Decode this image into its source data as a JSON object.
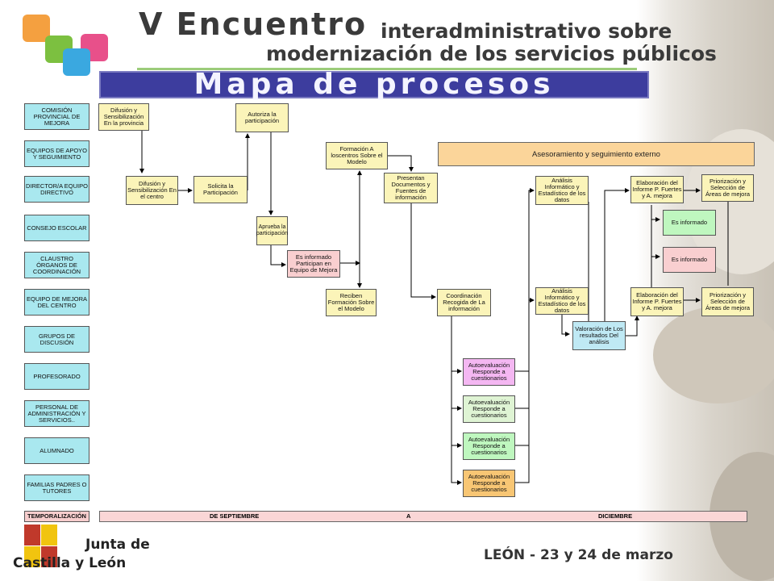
{
  "header": {
    "title_main": "V Encuentro",
    "title_sub_1": "interadministrativo sobre",
    "title_sub_2": "modernización de los servicios públicos",
    "banner": "Mapa de procesos"
  },
  "rows": [
    "COMISIÓN PROVINCIAL DE MEJORA",
    "EQUIPOS DE APOYO Y SEGUIMIENTO",
    "DIRECTOR/A EQUIPO DIRECTIVO",
    "CONSEJO ESCOLAR",
    "CLAUSTRO ÓRGANOS DE COORDINACIÓN",
    "EQUIPO DE MEJORA DEL CENTRO",
    "GRUPOS DE DISCUSIÓN",
    "PROFESORADO",
    "PERSONAL DE ADMINISTRACIÓN Y SERVICIOS..",
    "ALUMNADO",
    "FAMILIAS PADRES O TUTORES"
  ],
  "nodes": {
    "difusion_provincia": "Difusión y Sensibilización En la provincia",
    "difusion_centro": "Difusión y Sensibilización En el centro",
    "solicita": "Solicita la Participación",
    "autoriza": "Autoriza la participación",
    "aprueba": "Aprueba la participación",
    "es_informado_participan": "Es informado Participan en Equipo de Mejora",
    "formacion": "Formación A loscentros Sobre el Modelo",
    "reciben": "Reciben Formación Sobre el Modelo",
    "presentan": "Presentan Documentos y Fuentes de información",
    "coordinacion": "Coordinación Recogida de La información",
    "auto_1": "Autoevaluación Responde a cuestionarios",
    "auto_2": "Autoevaluación Responde a cuestionarios",
    "auto_3": "Autoevaluación Responde a cuestionarios",
    "auto_4": "Autoevaluación Responde a cuestionarios",
    "analisis_top": "Análisis Informático y Estadístico de los datos",
    "analisis_bottom": "Análisis Informático y Estadístico de los datos",
    "valoracion": "Valoración de Los resultados Del análisis",
    "elaboracion_top": "Elaboración del Informe P. Fuertes y A. mejora",
    "elaboracion_bottom": "Elaboración del Informe P. Fuertes y A. mejora",
    "es_informado_1": "Es informado",
    "es_informado_2": "Es informado",
    "priorizacion_top": "Priorización y Selección de Áreas de mejora",
    "priorizacion_bottom": "Priorización y Selección de Áreas de mejora",
    "asesoramiento": "Asesoramiento y seguimiento externo"
  },
  "timeline": {
    "label": "TEMPORALIZACIÓN",
    "from": "DE SEPTIEMBRE",
    "mid": "A",
    "to": "DICIEMBRE"
  },
  "footer": {
    "org_line_1": "Junta de",
    "org_line_2": "Castilla y León",
    "event": "LEÓN - 23 y 24 de marzo"
  },
  "colors": {
    "row_label": "#a9e8ef",
    "banner": "#3d3d9e",
    "accent_green": "#9ccc7a"
  }
}
